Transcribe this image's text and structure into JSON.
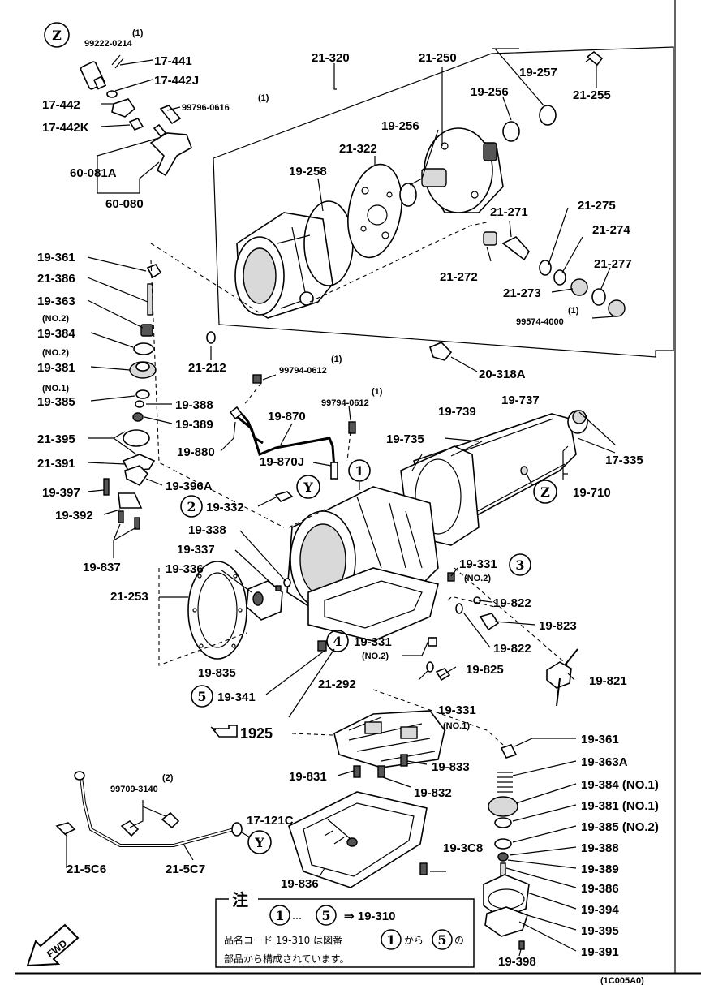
{
  "labels": {
    "p99222": "99222-0214",
    "p99222q": "(1)",
    "p17441": "17-441",
    "p17442j": "17-442J",
    "p17442": "17-442",
    "p99796": "99796-0616",
    "p99796q": "(1)",
    "p17442k": "17-442K",
    "p60081a": "60-081A",
    "p60080": "60-080",
    "p21320": "21-320",
    "p21250": "21-250",
    "p19257": "19-257",
    "p21255": "21-255",
    "p19256a": "19-256",
    "p19256b": "19-256",
    "p21322": "21-322",
    "p19258": "19-258",
    "p21275": "21-275",
    "p21271": "21-271",
    "p21274": "21-274",
    "p21277": "21-277",
    "p21272": "21-272",
    "p21273": "21-273",
    "p99574": "99574-4000",
    "p99574q": "(1)",
    "p20318a": "20-318A",
    "p21212": "21-212",
    "p19361a": "19-361",
    "p21386": "21-386",
    "p19363": "19-363",
    "no2a": "(NO.2)",
    "p19384a": "19-384",
    "no2b": "(NO.2)",
    "p19381a": "19-381",
    "no1a": "(NO.1)",
    "p19385a": "19-385",
    "p19388a": "19-388",
    "p19389a": "19-389",
    "p21395": "21-395",
    "p21391": "21-391",
    "p19396a": "19-396A",
    "p19397": "19-397",
    "p19392": "19-392",
    "p19837": "19-837",
    "p99794a": "99794-0612",
    "p99794aq": "(1)",
    "p19870": "19-870",
    "p99794b": "99794-0612",
    "p99794bq": "(1)",
    "p19880": "19-880",
    "p19870j": "19-870J",
    "p19739": "19-739",
    "p19737": "19-737",
    "p19735": "19-735",
    "p17335": "17-335",
    "p19710": "19-710",
    "p19332": "19-332",
    "p19338": "19-338",
    "p19337": "19-337",
    "p19336": "19-336",
    "p21253": "21-253",
    "p19331a": "19-331",
    "no2c": "(NO.2)",
    "p19822a": "19-822",
    "p19823": "19-823",
    "p19822b": "19-822",
    "p19331b": "19-331",
    "no2d": "(NO.2)",
    "p19825": "19-825",
    "p19821": "19-821",
    "p19835": "19-835",
    "p21292": "21-292",
    "p19341": "19-341",
    "p19331c": "19-331",
    "no1b": "(NO.1)",
    "p1925": "1925",
    "p19361b": "19-361",
    "p19363a": "19-363A",
    "p19384b": "19-384 (NO.1)",
    "p19381b": "19-381 (NO.1)",
    "p19385b": "19-385 (NO.2)",
    "p19388b": "19-388",
    "p19389b": "19-389",
    "p19386": "19-386",
    "p19394": "19-394",
    "p19395": "19-395",
    "p19391": "19-391",
    "p19398": "19-398",
    "p99709": "99709-3140",
    "p99709q": "(2)",
    "p19831": "19-831",
    "p19833": "19-833",
    "p17121c": "17-121C",
    "p19832": "19-832",
    "p193c8": "19-3C8",
    "p215c6": "21-5C6",
    "p215c7": "21-5C7",
    "p19836": "19-836"
  },
  "markers": {
    "z": "Z",
    "y": "Y",
    "n1": "1",
    "n2": "2",
    "n3": "3",
    "n4": "4",
    "n5": "5"
  },
  "fwd": "FWD",
  "note": {
    "title": "注",
    "line1_prefix": "…",
    "line1_arrow": "⇒ 19-310",
    "line2_a": "品名コード  19-310  は図番",
    "line2_b": "から",
    "line2_c": "の",
    "line3": "部品から構成されています。"
  },
  "footer": "(1C005A0)"
}
